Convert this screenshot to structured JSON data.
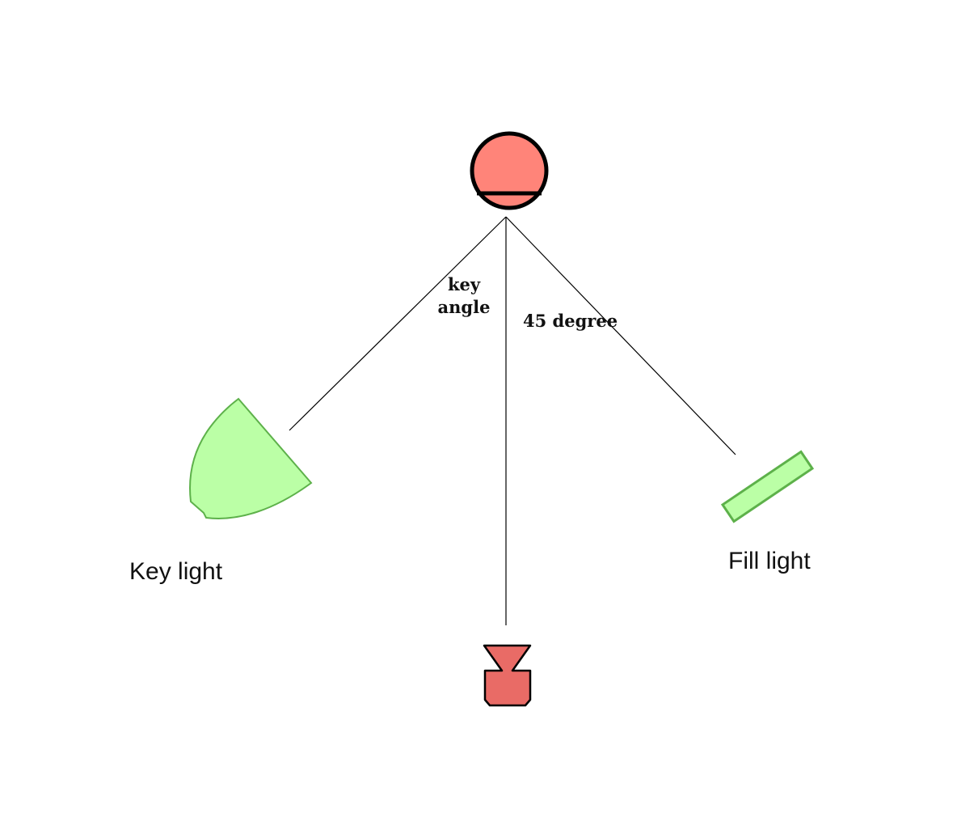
{
  "labels": {
    "key_angle_line1": "key",
    "key_angle_line2": "angle",
    "fill_angle": "45 degree",
    "key_light": "Key light",
    "fill_light": "Fill light"
  },
  "colors": {
    "subject": "#FF8479",
    "camera": "#E96B66",
    "light_fill": "#BBFFA6",
    "light_stroke": "#5DB14A",
    "line": "#000000"
  },
  "icons": {
    "subject": "subject-head-icon",
    "camera": "camera-icon",
    "key_light": "softbox-light-icon",
    "fill_light": "panel-light-icon"
  }
}
